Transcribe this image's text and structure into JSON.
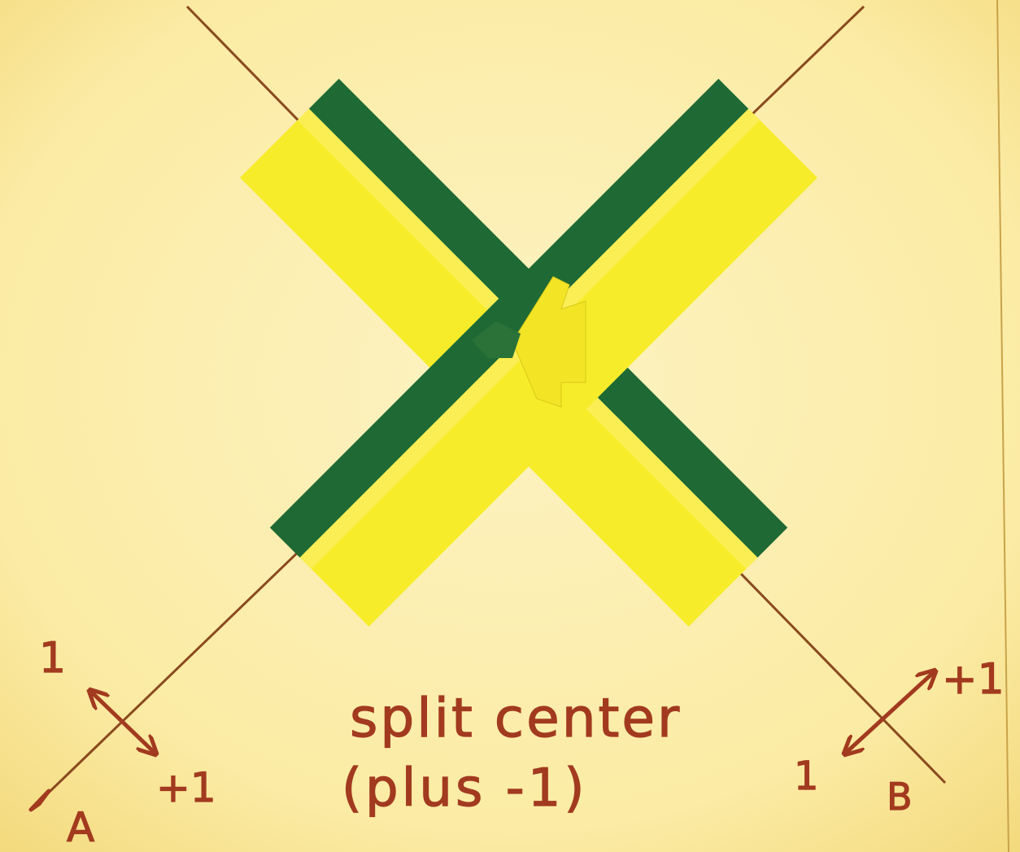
{
  "caption": {
    "line1": "split center",
    "line2": "(plus -1)"
  },
  "left_axis": {
    "name": "A",
    "tick_one": "1",
    "tick_plus_one": "+1"
  },
  "right_axis": {
    "name": "B",
    "tick_one": "1",
    "tick_plus_one": "+1"
  },
  "colors": {
    "paper": "#fbeba4",
    "paper_edge": "#f3d97c",
    "tape_yellow": "#f7ec2a",
    "tape_yellow_light": "#fbf066",
    "tape_green": "#1f6a34",
    "ink": "#a23a1f",
    "pencil_line": "#8a4a1e"
  }
}
